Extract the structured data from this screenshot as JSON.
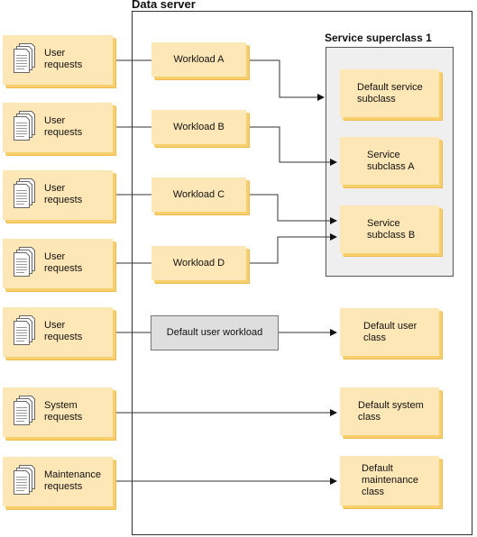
{
  "data_server": {
    "title": "Data server"
  },
  "service_superclass": {
    "title": "Service superclass 1"
  },
  "requests": [
    {
      "line1": "User",
      "line2": "requests"
    },
    {
      "line1": "User",
      "line2": "requests"
    },
    {
      "line1": "User",
      "line2": "requests"
    },
    {
      "line1": "User",
      "line2": "requests"
    },
    {
      "line1": "User",
      "line2": "requests"
    },
    {
      "line1": "System",
      "line2": "requests"
    },
    {
      "line1": "Maintenance",
      "line2": "requests"
    }
  ],
  "workloads": [
    {
      "label": "Workload A"
    },
    {
      "label": "Workload B"
    },
    {
      "label": "Workload C"
    },
    {
      "label": "Workload D"
    },
    {
      "label": "Default user workload"
    }
  ],
  "subclasses": [
    {
      "line1": "Default service",
      "line2": "subclass"
    },
    {
      "line1": "Service",
      "line2": "subclass A"
    },
    {
      "line1": "Service",
      "line2": "subclass B"
    }
  ],
  "classes": [
    {
      "line1": "Default user",
      "line2": "class",
      "line3": ""
    },
    {
      "line1": "Default system",
      "line2": "class",
      "line3": ""
    },
    {
      "line1": "Default",
      "line2": "maintenance",
      "line3": "class"
    }
  ],
  "colors": {
    "box_fill": "#fde7b6",
    "box_shadow": "#f7cf6c",
    "default_workload_fill": "#dedede",
    "superclass_fill": "#efefef"
  }
}
